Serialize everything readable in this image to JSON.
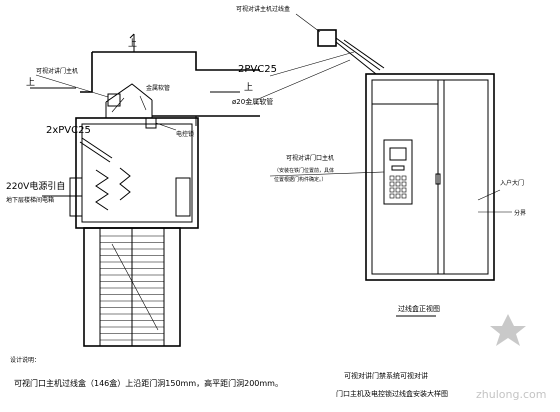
{
  "left_plan": {
    "up_top": "上",
    "up_left": "上",
    "up_right": "上",
    "label_intercom_host": "可视对讲门主机",
    "label_metal_hose": "金属软管",
    "label_lock": "电控锁",
    "label_pvc": "2xPVC25",
    "label_power": "220V电源引自",
    "label_power2": "地下层楼梯间电箱"
  },
  "right_elev": {
    "label_junction": "可视对讲主机过线盒",
    "label_pvc": "2PVC25",
    "label_pipe": "ø20金属软管",
    "label_host": "可视对讲门口主机",
    "label_host_note": "（安装在铁门位置前，具体",
    "label_host_note2": "位置根据门构件确定。）",
    "label_door": "入户大门",
    "label_wall": "分界",
    "caption": "过线盒正视图"
  },
  "notes": {
    "heading": "设计说明：",
    "line1": "可视门口主机过线盒（146盒）上沿距门洞150mm，高平距门洞200mm。"
  },
  "title": {
    "line1": "可视对讲门禁系统可视对讲",
    "line2": "门口主机及电控锁过线盒安装大样图"
  },
  "watermark": "zhulong.com"
}
